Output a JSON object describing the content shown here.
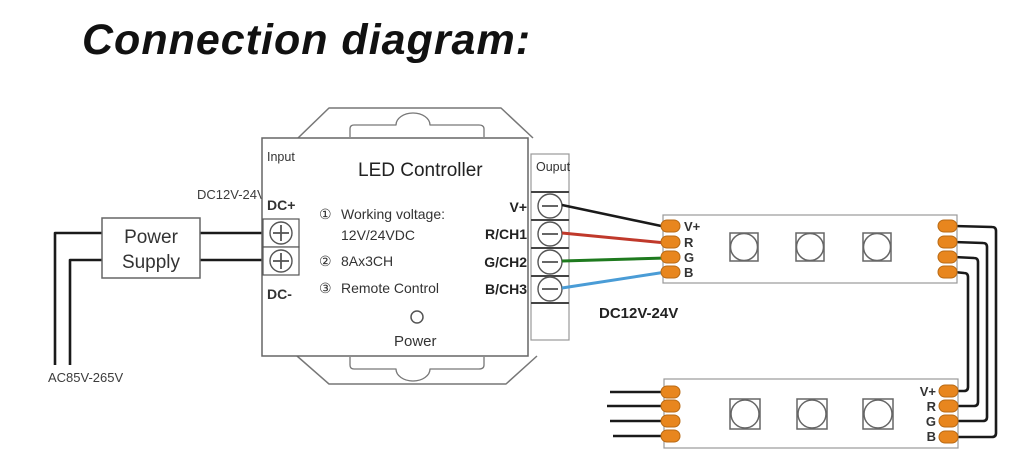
{
  "title": "Connection diagram:",
  "power_supply": {
    "name_line1": "Power",
    "name_line2": "Supply",
    "ac_input_label": "AC85V-265V",
    "dc_output_label": "DC12V-24V"
  },
  "controller": {
    "input_section_label": "Input",
    "title": "LED Controller",
    "output_section_label": "Ouput",
    "dc_plus": "DC+",
    "dc_minus": "DC-",
    "features": [
      {
        "num": "①",
        "line1": "Working voltage:",
        "line2": "12V/24VDC"
      },
      {
        "num": "②",
        "line1": "8Ax3CH"
      },
      {
        "num": "③",
        "line1": "Remote Control"
      }
    ],
    "power_led_label": "Power",
    "output_terminals": [
      "V+",
      "R/CH1",
      "G/CH2",
      "B/CH3"
    ]
  },
  "led_strip_output_label": "DC12V-24V",
  "strip1": {
    "pad_labels": [
      "V+",
      "R",
      "G",
      "B"
    ]
  },
  "strip2": {
    "right_pad_labels": [
      "V+",
      "R",
      "G",
      "B"
    ]
  },
  "colors": {
    "wire_black": "#1a1a1a",
    "wire_red": "#c0392b",
    "wire_green": "#1e7a1e",
    "wire_blue": "#4a9cd6",
    "pad_orange": "#e8861e",
    "label_red": "#cc2222",
    "label_green": "#1e8a1e",
    "label_blue": "#3a8fd0"
  }
}
